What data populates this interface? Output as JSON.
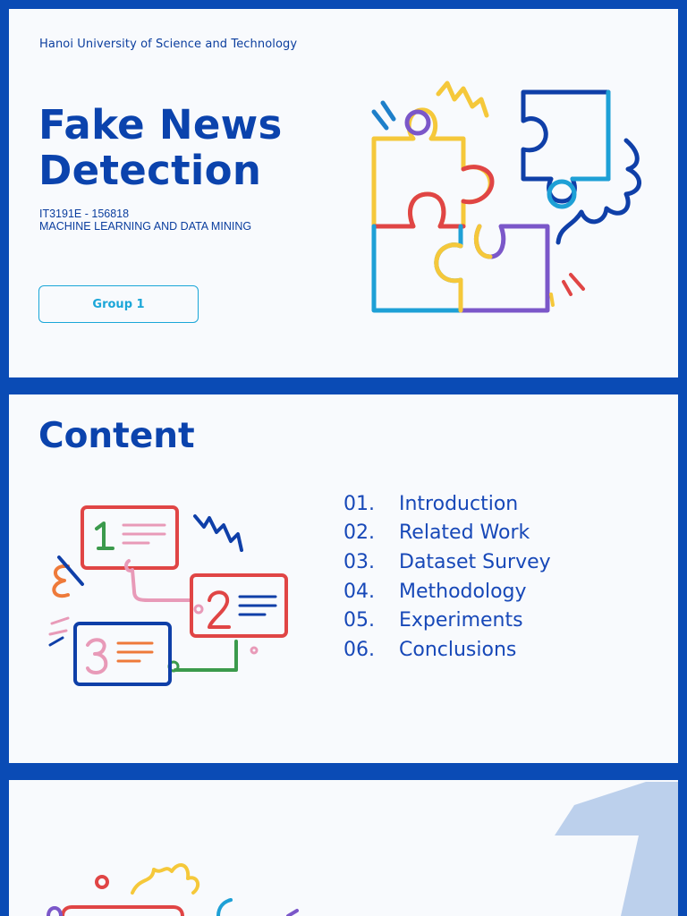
{
  "slide1": {
    "university": "Hanoi University of Science and Technology",
    "title_line1": "Fake News",
    "title_line2": "Detection",
    "course_code": "IT3191E - 156818",
    "course_name": "MACHINE LEARNING AND DATA MINING",
    "group_label": "Group 1",
    "illustration_icon": "puzzle-pieces-icon"
  },
  "slide2": {
    "heading": "Content",
    "illustration_icon": "numbered-cards-icon",
    "items": [
      {
        "number": "01.",
        "label": "Introduction"
      },
      {
        "number": "02.",
        "label": "Related Work"
      },
      {
        "number": "03.",
        "label": "Dataset Survey"
      },
      {
        "number": "04.",
        "label": "Methodology"
      },
      {
        "number": "05.",
        "label": "Experiments"
      },
      {
        "number": "06.",
        "label": "Conclusions"
      }
    ]
  },
  "slide3": {
    "illustration_icon": "doodle-icon",
    "big_number_icon": "numeral-one-icon"
  },
  "colors": {
    "frame": "#0a4bb5",
    "slide_bg": "#f8fafd",
    "heading": "#0b43ad",
    "button_outline": "#1aa6d8",
    "yellow": "#f5c83a",
    "red": "#e04545",
    "blue": "#1e7fc9",
    "purple": "#7b57c9",
    "navy": "#0f3fa8",
    "pink": "#e89ab8",
    "green": "#3b9a4c",
    "orange": "#ee7a3a"
  }
}
